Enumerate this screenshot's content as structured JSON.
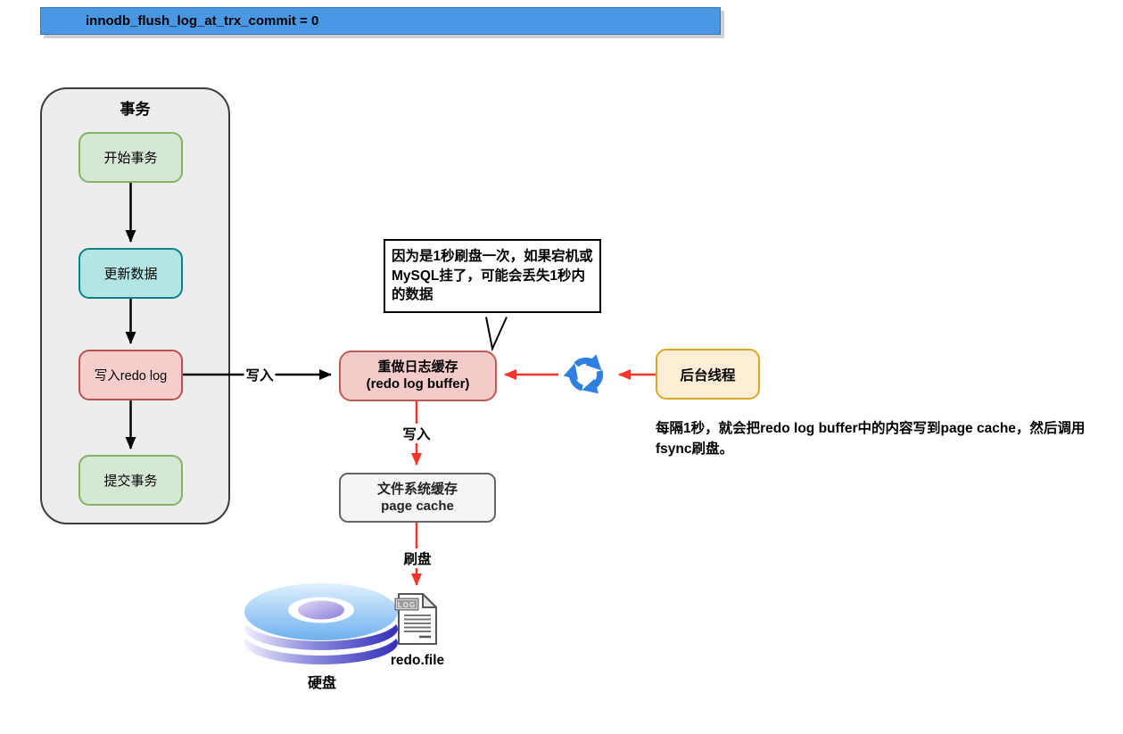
{
  "title_bar": {
    "text": "innodb_flush_log_at_trx_commit = 0"
  },
  "transaction_panel": {
    "title": "事务",
    "nodes": [
      {
        "label": "开始事务"
      },
      {
        "label": "更新数据"
      },
      {
        "label": "写入redo log"
      },
      {
        "label": "提交事务"
      }
    ]
  },
  "flow": {
    "write_label_1": "写入",
    "redo_log_buffer": {
      "line1": "重做日志缓存",
      "line2": "(redo log buffer)"
    },
    "write_label_2": "写入",
    "page_cache": {
      "line1": "文件系统缓存",
      "line2": "page cache"
    },
    "flush_label": "刷盘",
    "redo_file_label": "redo.file",
    "log_badge": "LOG",
    "disk_label": "硬盘"
  },
  "callout": {
    "text": "因为是1秒刷盘一次，如果宕机或MySQL挂了，可能会丢失1秒内的数据"
  },
  "background_thread": {
    "label": "后台线程",
    "description": "每隔1秒，就会把redo log buffer中的内容写到page cache，然后调用fsync刷盘。"
  },
  "colors": {
    "titlebar_blue": "#4a97e3",
    "panel_gray": "#ededed",
    "node_green_fill": "#d5e8d4",
    "node_green_border": "#82b366",
    "node_teal_fill": "#b3e6e2",
    "node_teal_border": "#0e8088",
    "node_pink_fill": "#f8cecc",
    "node_pink_border": "#b85450",
    "thread_fill": "#ffeed6",
    "thread_border": "#d8a825",
    "pagecache_fill": "#f5f5f5",
    "pagecache_border": "#666666",
    "arrow_black": "#000000",
    "arrow_red": "#f5342e",
    "refresh_icon_blue": "#2e7fe0"
  }
}
